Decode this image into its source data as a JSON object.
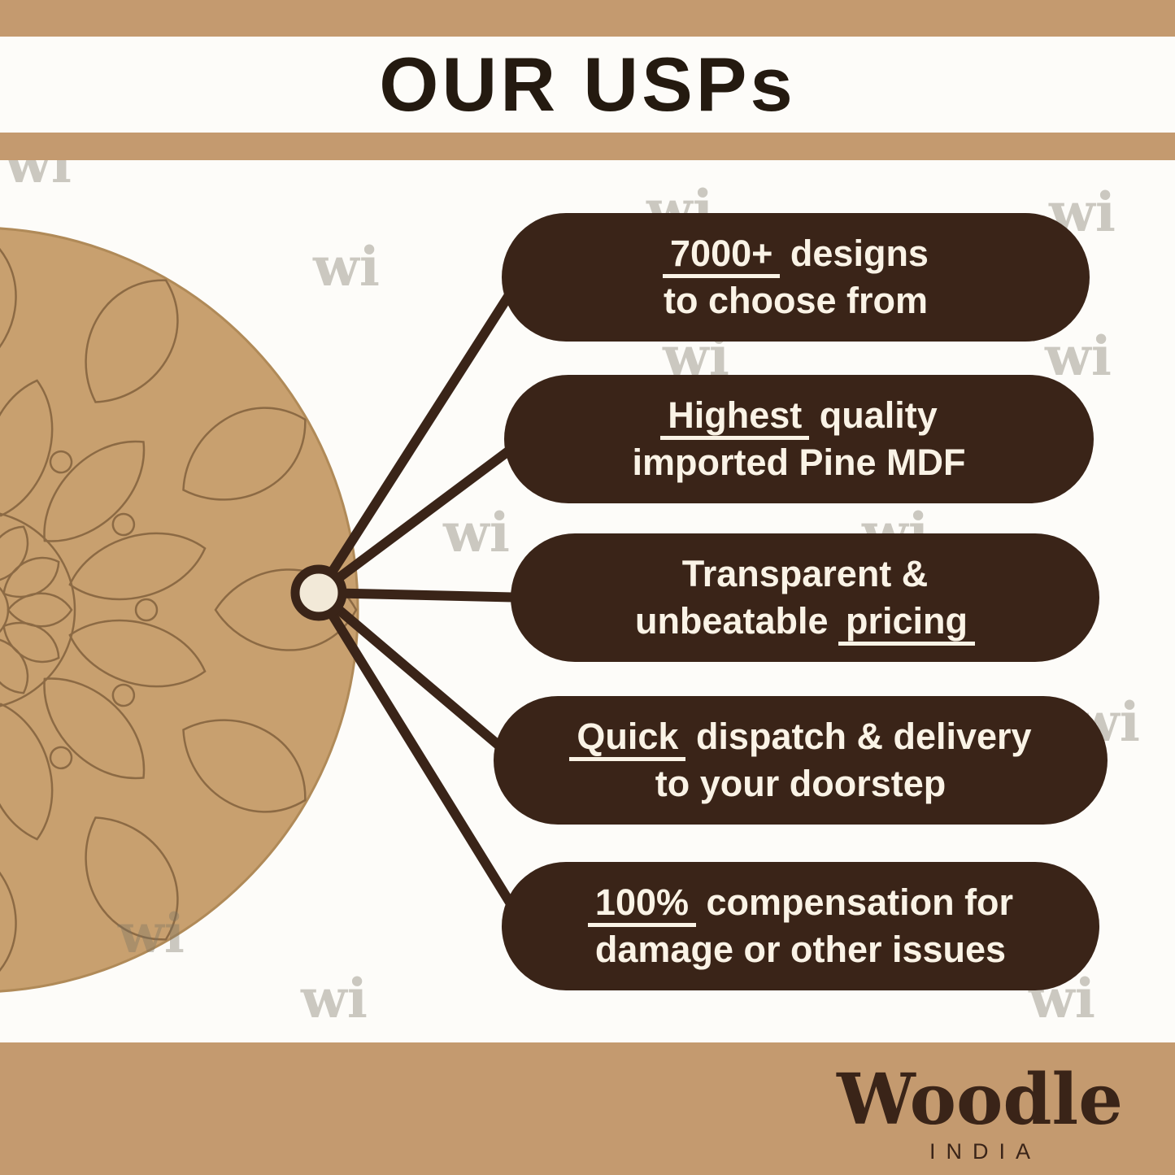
{
  "header": {
    "title": "OUR USPs"
  },
  "usps": [
    {
      "line1": [
        {
          "text": "7000+",
          "underline": true
        },
        {
          "text": " designs",
          "underline": false
        }
      ],
      "line2": [
        {
          "text": "to choose from",
          "underline": false
        }
      ]
    },
    {
      "line1": [
        {
          "text": "Highest",
          "underline": true
        },
        {
          "text": " quality",
          "underline": false
        }
      ],
      "line2": [
        {
          "text": "imported Pine MDF",
          "underline": false
        }
      ]
    },
    {
      "line1": [
        {
          "text": "Transparent &",
          "underline": false
        }
      ],
      "line2": [
        {
          "text": "unbeatable ",
          "underline": false
        },
        {
          "text": "pricing",
          "underline": true
        }
      ]
    },
    {
      "line1": [
        {
          "text": "Quick",
          "underline": true
        },
        {
          "text": " dispatch & delivery",
          "underline": false
        }
      ],
      "line2": [
        {
          "text": "to your doorstep",
          "underline": false
        }
      ]
    },
    {
      "line1": [
        {
          "text": "100%",
          "underline": true
        },
        {
          "text": " compensation for",
          "underline": false
        }
      ],
      "line2": [
        {
          "text": "damage or other issues",
          "underline": false
        }
      ]
    }
  ],
  "brand": {
    "name": "Woodle",
    "country": "INDIA",
    "monogram": "wi"
  },
  "colors": {
    "tan": "#c49a6f",
    "dark_brown": "#3a2418",
    "pill_text": "#faf3e6",
    "mdf_board": "#c8a06f",
    "mdf_line": "#8c6a44",
    "watermark_gray": "#b9b3a6"
  }
}
